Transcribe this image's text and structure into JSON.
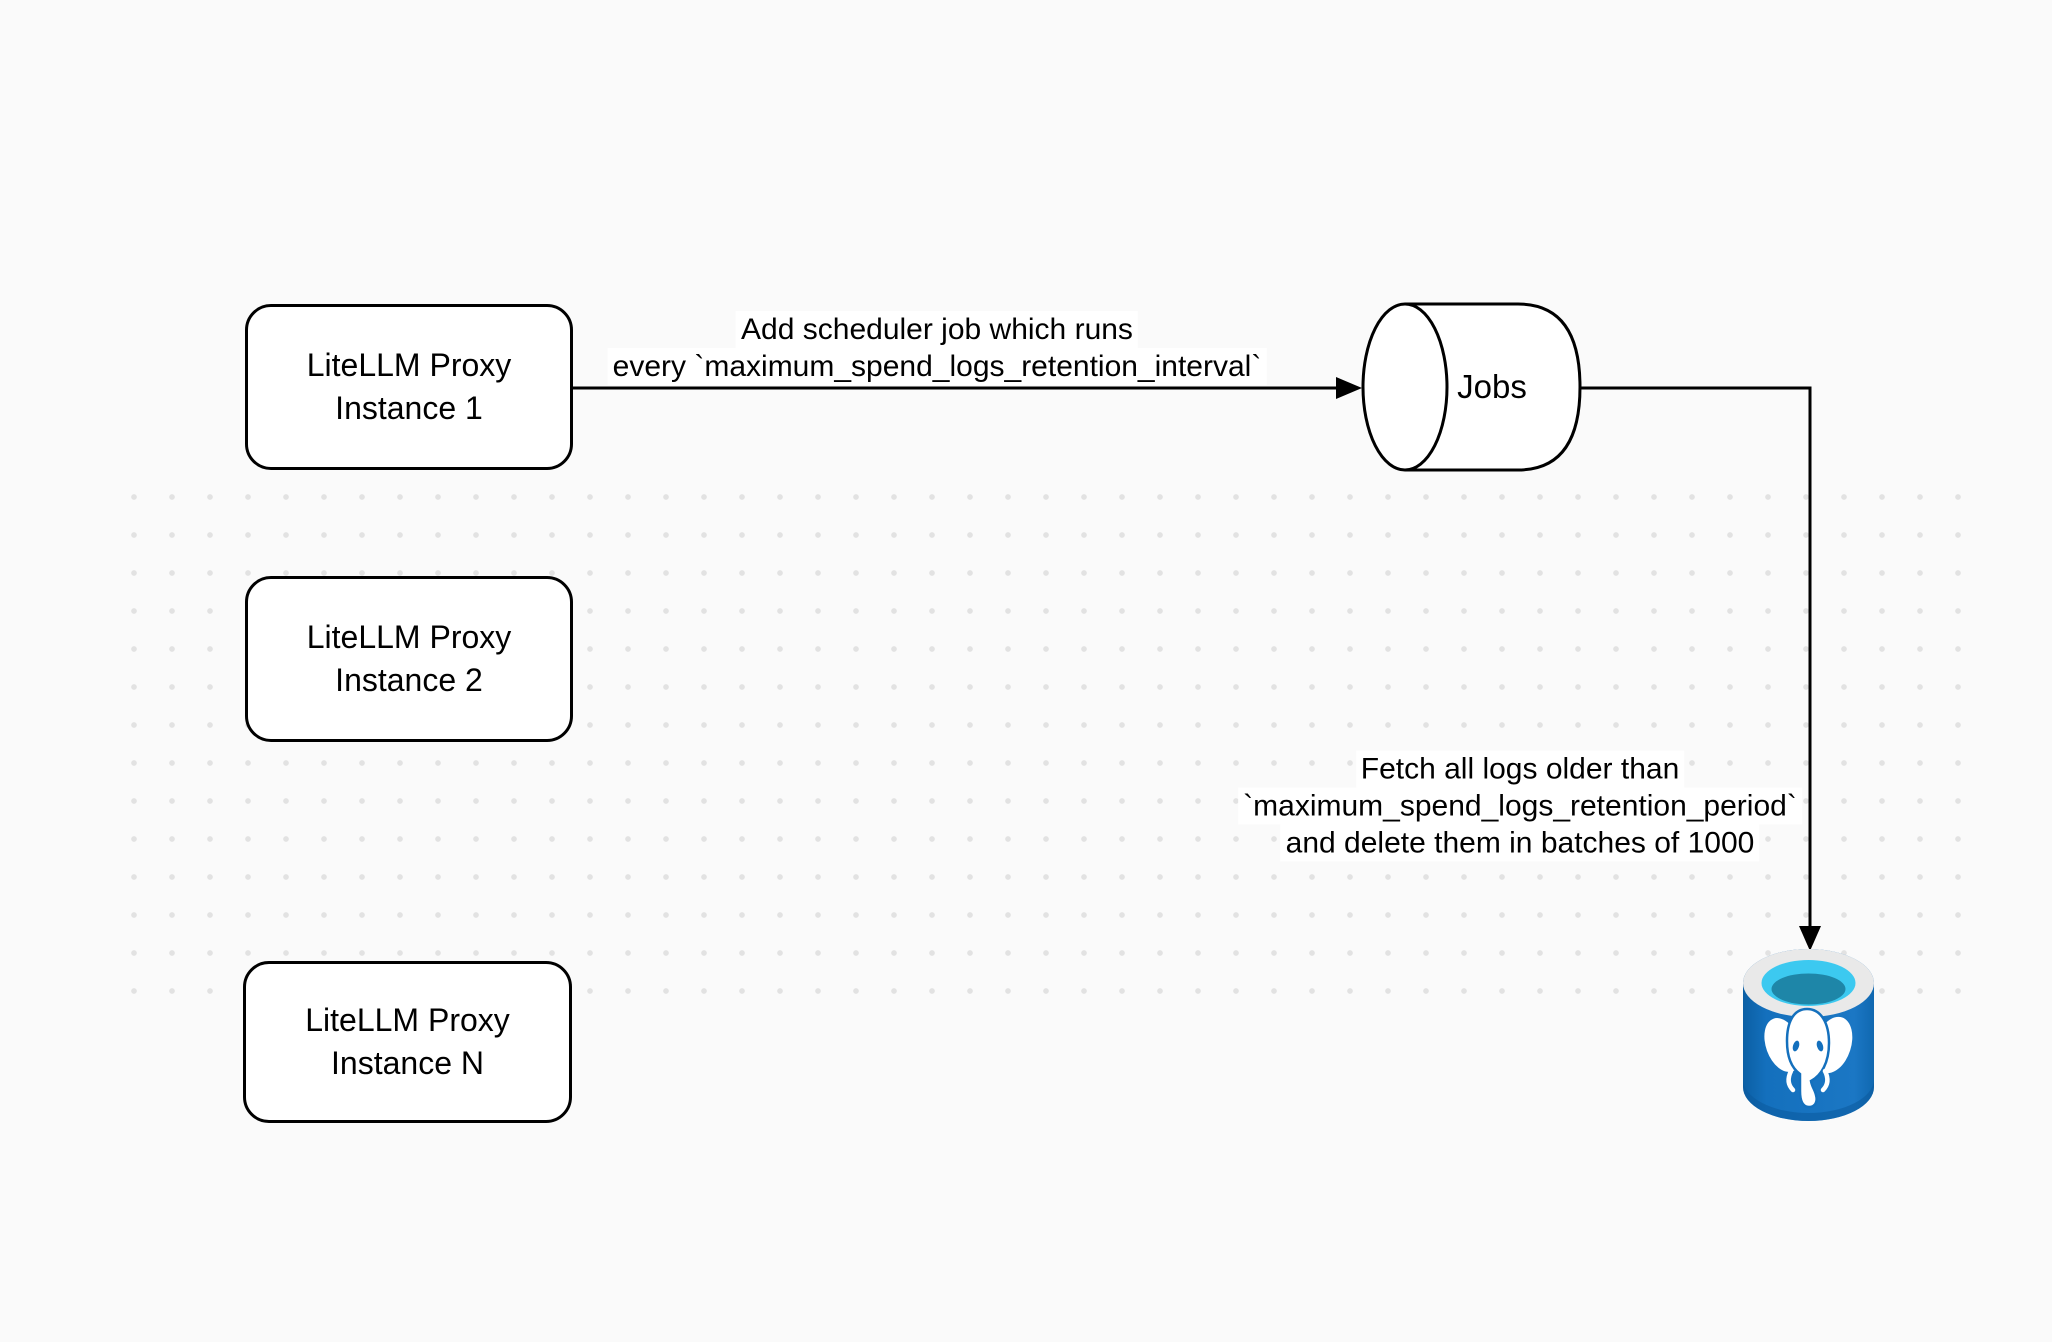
{
  "canvas": {
    "background_color": "#fafafa",
    "grid_dot_color": "#e2e2e2",
    "stroke_color": "#000000"
  },
  "nodes": {
    "proxy1": {
      "lines": [
        "LiteLLM Proxy",
        "Instance 1"
      ]
    },
    "proxy2": {
      "lines": [
        "LiteLLM Proxy",
        "Instance 2"
      ]
    },
    "proxyN": {
      "lines": [
        "LiteLLM Proxy",
        "Instance N"
      ]
    },
    "jobs": {
      "label": "Jobs"
    },
    "postgres": {
      "icon": "postgresql-database-icon"
    }
  },
  "edges": {
    "scheduler": {
      "from": "proxy1",
      "to": "jobs",
      "lines": [
        "Add scheduler job which runs",
        "every `maximum_spend_logs_retention_interval`"
      ]
    },
    "fetch": {
      "from": "jobs",
      "to": "postgres",
      "lines": [
        "Fetch all logs older than",
        "`maximum_spend_logs_retention_period`",
        "and delete them in batches of 1000"
      ]
    }
  },
  "colors": {
    "postgres_body_blue": "#1470bd",
    "postgres_body_blue_dark": "#0b5fa4",
    "postgres_rim_gray": "#e9e9e9",
    "postgres_inner_cyan": "#3cc9f0",
    "postgres_inner_teal": "#1e86a8",
    "elephant_white": "#ffffff"
  }
}
